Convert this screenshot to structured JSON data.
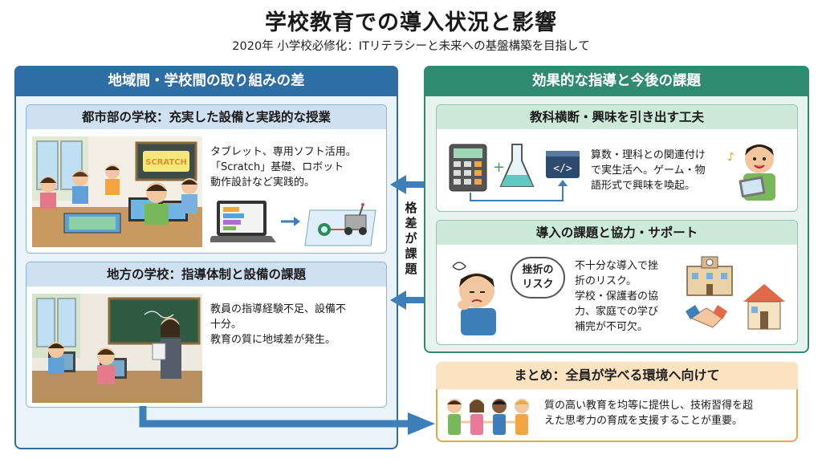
{
  "title": "学校教育での導入状況と影響",
  "subtitle": "2020年 小学校必修化：ITリテラシーと未来への基盤構築を目指して",
  "left_panel": {
    "heading": "地域間・学校間の取り組みの差",
    "urban": {
      "heading": "都市部の学校：充実した設備と実践的な授業",
      "lines": [
        "タブレット、専用ソフト活用。",
        "「Scratch」基礎、ロボット",
        "動作設計など実践的。"
      ],
      "board_text": "SCRATCH"
    },
    "rural": {
      "heading": "地方の学校：指導体制と設備の課題",
      "lines": [
        "教員の指導経験不足、設備不",
        "十分。",
        "教育の質に地域差が発生。"
      ]
    }
  },
  "gap_label": [
    "格",
    "差",
    "が",
    "課",
    "題"
  ],
  "right_panel": {
    "heading": "効果的な指導と今後の課題",
    "cross": {
      "heading": "教科横断・興味を引き出す工夫",
      "lines": [
        "算数・理科との関連付け",
        "で実生活へ。ゲーム・物",
        "語形式で興味を喚起。"
      ],
      "code_symbol": "</>"
    },
    "support": {
      "heading": "導入の課題と協力・サポート",
      "bubble": [
        "挫折の",
        "リスク"
      ],
      "lines": [
        "不十分な導入で挫",
        "折のリスク。",
        "学校・保護者の協",
        "力、家庭での学び",
        "補完が不可欠。"
      ]
    }
  },
  "summary": {
    "heading": "まとめ：全員が学べる環境へ向けて",
    "lines": [
      "質の高い教育を均等に提供し、技術習得を超",
      "えた思考力の育成を支援することが重要。"
    ]
  },
  "colors": {
    "blue": "#2f6ea5",
    "green": "#2f8a6e",
    "orange": "#e8a64a",
    "arrow": "#3d7fb8"
  }
}
